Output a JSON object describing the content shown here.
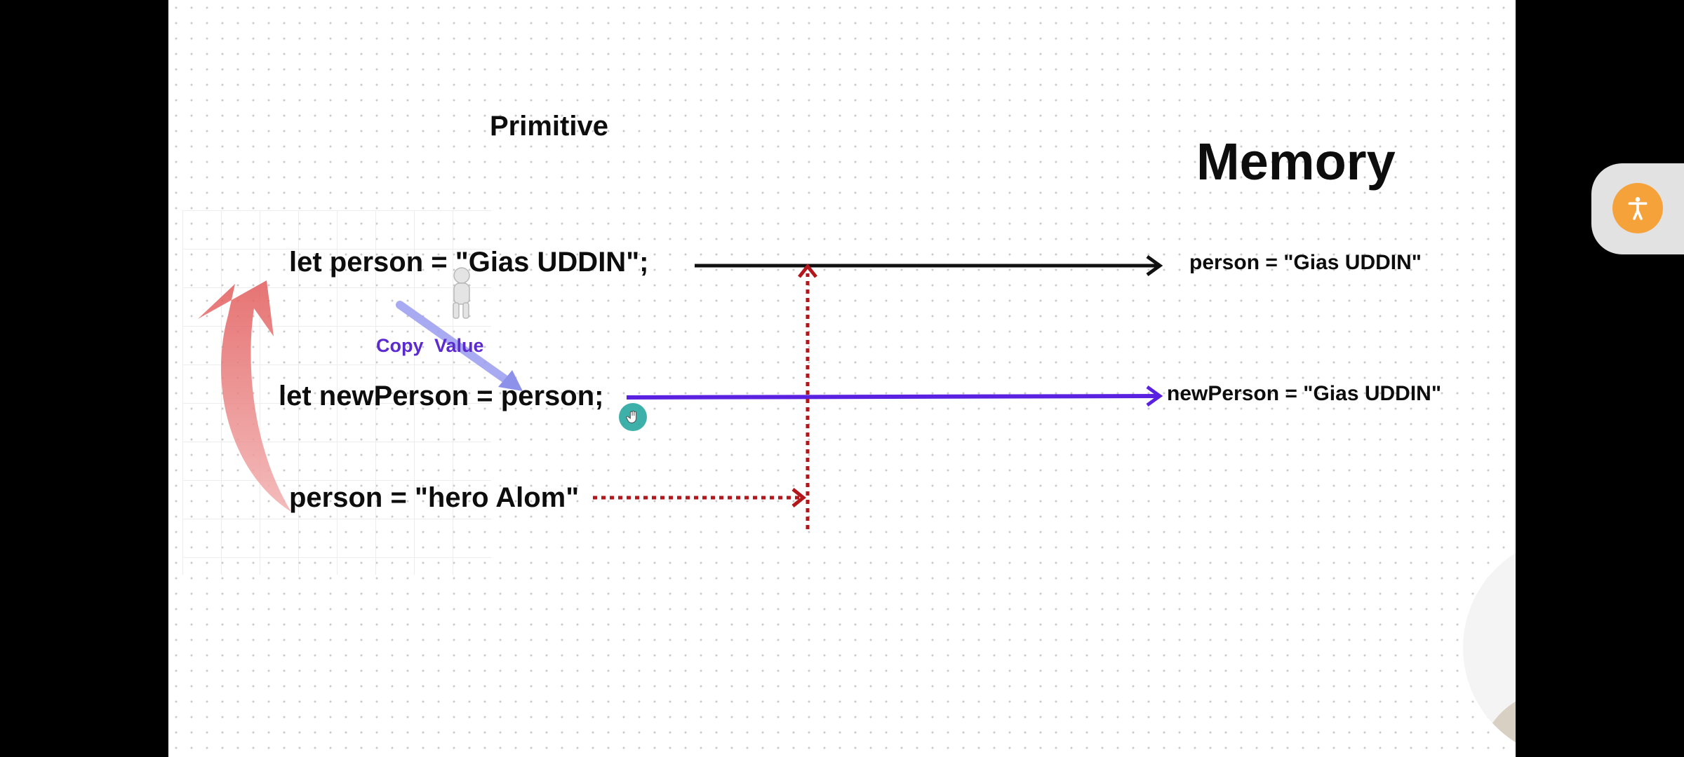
{
  "slide": {
    "heading_primitive": "Primitive",
    "heading_memory": "Memory",
    "code_lines": [
      "let person = \"Gias UDDIN\";",
      "let newPerson = person;",
      "person = \"hero Alom\""
    ],
    "memory_entries": [
      "person = \"Gias UDDIN\"",
      "newPerson = \"Gias UDDIN\""
    ],
    "copy_label": "Copy Value"
  },
  "colors": {
    "arrow_black": "#111111",
    "arrow_purple": "#5a22e0",
    "arrow_dotted_red": "#b3161b",
    "curved_arrow_red": "#e25b5b",
    "copy_label": "#5b2bd0",
    "accessibility_button": "#f5a23a"
  },
  "icons": {
    "accessibility": "accessibility-person-icon",
    "cursor": "hand-cursor-icon",
    "figure": "walking-figure-icon"
  }
}
